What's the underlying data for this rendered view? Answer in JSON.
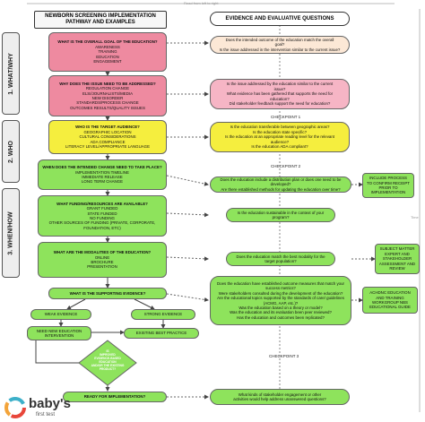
{
  "headers": {
    "left": "NEWBORN SCREENING IMPLEMENTATION PATHWAY AND EXAMPLES",
    "right": "EVIDENCE AND EVALUATIVE QUESTIONS",
    "direction": "Read from left to right",
    "time_axis": "Time"
  },
  "sections": {
    "what_why": "1. WHAT/WHY",
    "who": "2. WHO",
    "when_how": "3. WHEN/HOW"
  },
  "left_nodes": {
    "goal": {
      "title": "WHAT IS THE OVERALL GOAL OF THE EDUCATION?",
      "lines": [
        "AWARENESS",
        "TRAINING",
        "EDUCATION",
        "ENGAGEMENT"
      ]
    },
    "issue": {
      "title": "WHY DOES THE ISSUE NEED TO BE ADDRESSED?",
      "lines": [
        "REGULATION CHANGE",
        "ELSI/JOURNALISTS/MEDIA",
        "NEW DISORDER",
        "STANDARDS/PROCESS CHANGE",
        "OUTCOMES RESULTS/QUALITY ISSUES"
      ]
    },
    "audience": {
      "title": "WHO IS THE TARGET AUDIENCE?",
      "lines": [
        "GEOGRAPHIC LOCATION",
        "CULTURAL CONSIDERATIONS",
        "ADA COMPLIANCE",
        "LITERACY LEVEL/APPROPRIATE LANGUAGE"
      ]
    },
    "when": {
      "title": "WHEN DOES THE INTENDED CHANGE NEED TO TAKE PLACE?",
      "lines": [
        "IMPLEMENTATION TIMELINE",
        "IMMEDIATE RELEASE",
        "LONG TERM CHANGE"
      ]
    },
    "funding": {
      "title": "WHAT FUNDING/RESOURCES ARE AVAILABLE?",
      "lines": [
        "GRANT FUNDED",
        "STATE FUNDED",
        "NO FUNDING",
        "OTHER SOURCES OF FUNDING (PRIVATE, CORPORATE, FOUNDATION, ETC)"
      ]
    },
    "modalities": {
      "title": "WHAT ARE THE MODALITIES OF THE EDUCATION?",
      "lines": [
        "ONLINE",
        "BROCHURE",
        "PRESENTATION"
      ]
    },
    "evidence": {
      "title": "WHAT IS THE SUPPORTING EVIDENCE?",
      "lines": []
    },
    "weak": {
      "title": "",
      "lines": [
        "WEAK EVIDENCE"
      ]
    },
    "strong": {
      "title": "",
      "lines": [
        "STRONG EVIDENCE"
      ]
    },
    "need_new": {
      "title": "",
      "lines": [
        "NEED NEW EDUCATION",
        "INTERVENTION"
      ]
    },
    "best_practice": {
      "title": "",
      "lines": [
        "EXISTING BEST PRACTICE"
      ]
    },
    "ready": {
      "title": "",
      "lines": [
        "READY FOR IMPLEMENTATION?"
      ]
    },
    "diamond": {
      "title": "",
      "lines": [
        "IS",
        "IMPROVED",
        "EVIDENCE-BASED",
        "EDUCATION",
        "AND/OR THE EXISTING",
        "PRODUCT?"
      ]
    }
  },
  "right_nodes": {
    "q_outcome": [
      "Does the intended outcome of the education match the overall",
      "goal?",
      "Is the issue addressed in the intervention similar to the current issue?"
    ],
    "q_issue": [
      "Is the issue addressed by the education similar to the current",
      "issue?",
      "What evidence has been gathered that supports the need for",
      "education?",
      "Did stakeholder feedback support the need for education?"
    ],
    "q_audience": [
      "Is the education transferable between geographic areas?",
      "Is the education state specific?",
      "Is the education at an appropriate reading level for the relevant",
      "audience?",
      "Is the education ADA compliant?"
    ],
    "q_distribution": [
      "Does the education include a distribution plan or does one need to be",
      "developed?",
      "Are there established methods for updating the education over time?"
    ],
    "q_sustainable": [
      "Is the education sustainable in the context of your",
      "program?"
    ],
    "q_modality": [
      "Does the education match the best modality for the",
      "target population?"
    ],
    "q_evidence": [
      "Does the education have established outcome measures that match your",
      "success metrics?",
      "Were stakeholders consulted during the development of the education?",
      "Are the educational topics supported by the standards of care/ guidelines",
      "(ACMG, AAP, etc.)?",
      "Was the education based on a theory or model?",
      "Was the education and its evaluation been peer reviewed?",
      "Has the education and outcomes been replicated?"
    ],
    "q_engagement": [
      "What kinds of stakeholder engagement or other",
      "activities would help address unanswered questions?"
    ]
  },
  "far_right": {
    "process": [
      "INCLUDE PROCESS",
      "TO CONFIRM RECEIPT",
      "PRIOR TO",
      "IMPLEMENTATION"
    ],
    "expert": [
      "SUBJECT MATTER",
      "EXPERT AND",
      "STAKEHOLDER",
      "ASSESSMENT AND",
      "REVIEW"
    ],
    "achdnc": [
      "ACHDNC EDUCATION",
      "AND TRAINING",
      "WORKGROUP NBS",
      "EDUCATIONAL GUIDE"
    ]
  },
  "checkpoints": [
    "CHECKPOINT 1",
    "CHECKPOINT 2",
    "CHECKPOINT 3"
  ],
  "logo": {
    "brand": "baby's",
    "tagline": "first test"
  },
  "colors": {
    "yellow": "#f5ee3e",
    "green": "#8ee35c",
    "pink": "#ee8aa0",
    "pale": "#fce8d6"
  }
}
